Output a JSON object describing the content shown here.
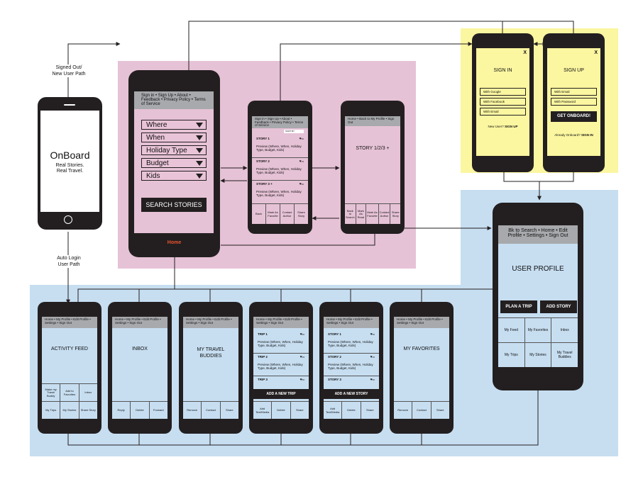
{
  "colors": {
    "pink": "#e6c2d6",
    "yellow": "#fbf6a0",
    "blue": "#c7def1",
    "phone": "#231f20",
    "white": "#ffffff",
    "navgrey": "#a7a9ac",
    "red": "#e8542f"
  },
  "left_labels": {
    "signed_out": "Signed Out/\nNew User Path",
    "auto_login": "Auto Login\nUser Path"
  },
  "onboard": {
    "title": "OnBoard",
    "subtitle": "Real Stories.\nReal Travel."
  },
  "home": {
    "nav": "Sign in • Sign Up • About • Feedback • Privacy Policy • Terms of Service",
    "dropdowns": [
      "Where",
      "When",
      "Holiday Type",
      "Budget",
      "Kids"
    ],
    "search_button": "SEARCH STORIES",
    "footer": "Home"
  },
  "results": {
    "nav": "Sign in • Sign Up • About • Feedback • Privacy Policy • Terms of Service",
    "sort": "SORT BY",
    "stories": [
      {
        "title": "STORY 1",
        "count": "50",
        "preview": "Preview (Where, When, Holiday Type, Budget, Kids)"
      },
      {
        "title": "STORY 2",
        "count": "15",
        "preview": "Preview (Where, When, Holiday Type, Budget, Kids)"
      },
      {
        "title": "STORY 3 +",
        "count": "50",
        "preview": "Preview (Where, When, Holiday Type, Budget, Kids)"
      }
    ],
    "tabs": [
      "Back",
      "Mark As Favorite",
      "Contact Author",
      "Share Story"
    ]
  },
  "story_detail": {
    "nav": "Home • Back to My Profile • Sign Out",
    "title": "STORY 1/2/3 +",
    "tabs": [
      "Back to Search",
      "Mark As Read",
      "Mark As Favorite",
      "Contact Author",
      "Share Story"
    ]
  },
  "sign_in": {
    "close": "X",
    "title": "SIGN IN",
    "options": [
      "With Google",
      "With Facebook",
      "With Email"
    ],
    "footer_prefix": "New User? ",
    "footer_link": "SIGN UP"
  },
  "sign_up": {
    "close": "X",
    "title": "SIGN UP",
    "options": [
      "With Email",
      "With Password"
    ],
    "button": "GET ONBOARD!",
    "footer_prefix": "Already Onboard? ",
    "footer_link": "SIGN IN"
  },
  "profile": {
    "nav": "Bk to Search • Home • Edit Profile • Settings • Sign Out",
    "title": "USER PROFILE",
    "buttons": [
      "PLAN A TRIP",
      "ADD STORY"
    ],
    "grid": [
      "My Feed",
      "My Favorites",
      "Inbox",
      "My Trips",
      "My Stories",
      "My Travel Buddies"
    ]
  },
  "bottom_nav": "Home • My Profile • Edit Profile • Settings • Sign Out",
  "activity": {
    "title": "ACTIVITY FEED",
    "grid": [
      "Make my Travel Buddy",
      "Add to Favorites",
      "Inbox",
      "My Trips",
      "My Stories",
      "Share Story"
    ]
  },
  "inbox": {
    "title": "INBOX",
    "tabs": [
      "Reply",
      "Delete",
      "Forward"
    ]
  },
  "buddies": {
    "title": "MY TRAVEL BUDDIES",
    "tabs": [
      "Remove",
      "Contact",
      "Share"
    ]
  },
  "trips": {
    "items": [
      {
        "title": "TRIP 1",
        "count": "50",
        "preview": "Preview (Where, When, Holiday Type, Budget, Kids)"
      },
      {
        "title": "TRIP 2",
        "count": "15",
        "preview": "Preview (Where, When, Holiday Type, Budget, Kids)"
      },
      {
        "title": "TRIP 3",
        "count": "50",
        "preview": ""
      }
    ],
    "add": "ADD A NEW TRIP",
    "tabs": [
      "Add Text/Media",
      "Delete",
      "Share"
    ]
  },
  "stories": {
    "items": [
      {
        "title": "STORY 1",
        "count": "50",
        "preview": "Preview (Where, When, Holiday Type, Budget, Kids)"
      },
      {
        "title": "STORY 2",
        "count": "15",
        "preview": "Preview (Where, When, Holiday Type, Budget, Kids)"
      },
      {
        "title": "STORY 3",
        "count": "50",
        "preview": ""
      }
    ],
    "add": "ADD A NEW STORY",
    "tabs": [
      "Add Text/Media",
      "Delete",
      "Share"
    ]
  },
  "favorites": {
    "title": "MY FAVORITES",
    "tabs": [
      "Remove",
      "Contact",
      "Share"
    ]
  }
}
